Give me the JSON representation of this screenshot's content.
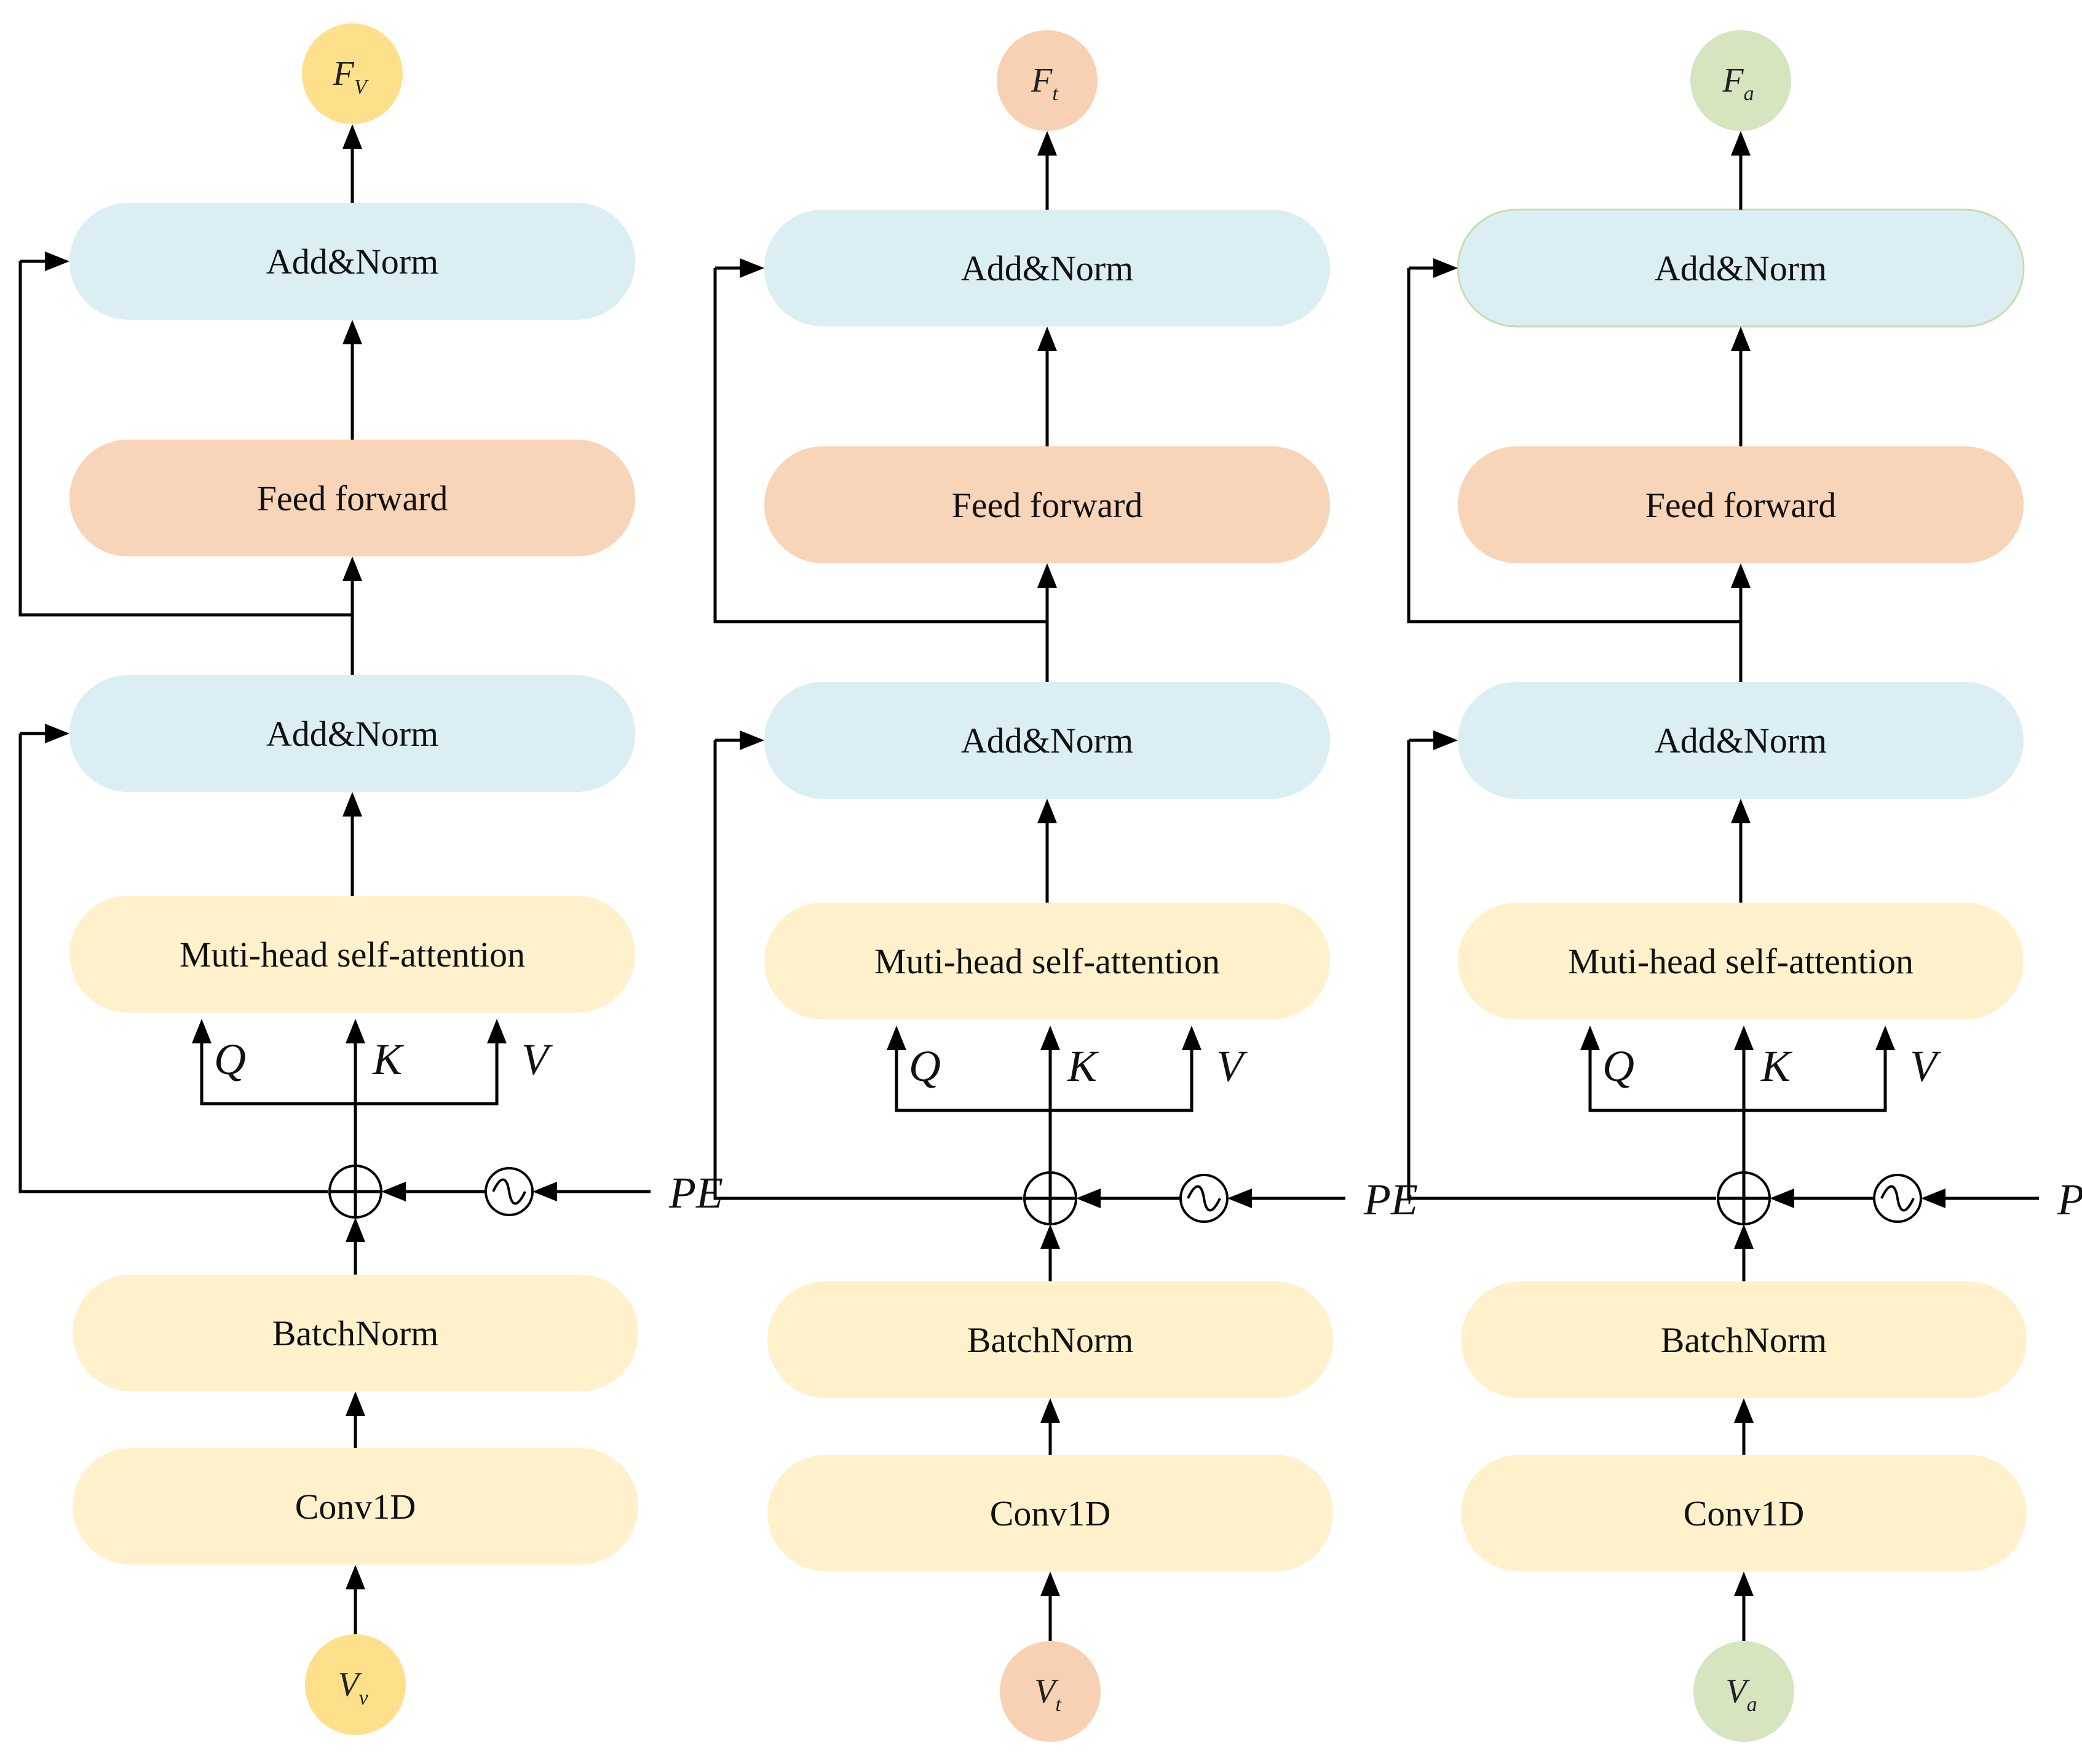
{
  "colors": {
    "add_norm": "#daeef3",
    "feed_forward": "#f8d4b8",
    "yellow_block": "#fff1cc",
    "node_v": "#ffe08a",
    "node_t": "#f8d1b5",
    "node_a": "#d6e4c0",
    "wire": "#000000"
  },
  "columns": [
    {
      "output": {
        "base": "F",
        "sub": "V"
      },
      "input": {
        "base": "V",
        "sub": "v"
      },
      "node_color": "#ffe08a",
      "blocks": {
        "add_norm_top": "Add&Norm",
        "feed_forward": "Feed forward",
        "add_norm_bottom": "Add&Norm",
        "attention": "Muti-head self-attention",
        "batchnorm": "BatchNorm",
        "conv": "Conv1D"
      },
      "q": "Q",
      "k": "K",
      "v": "V",
      "pe": "PE"
    },
    {
      "output": {
        "base": "F",
        "sub": "t"
      },
      "input": {
        "base": "V",
        "sub": "t"
      },
      "node_color": "#f8d1b5",
      "blocks": {
        "add_norm_top": "Add&Norm",
        "feed_forward": "Feed forward",
        "add_norm_bottom": "Add&Norm",
        "attention": "Muti-head self-attention",
        "batchnorm": "BatchNorm",
        "conv": "Conv1D"
      },
      "q": "Q",
      "k": "K",
      "v": "V",
      "pe": "PE"
    },
    {
      "output": {
        "base": "F",
        "sub": "a"
      },
      "input": {
        "base": "V",
        "sub": "a"
      },
      "node_color": "#d6e4c0",
      "blocks": {
        "add_norm_top": "Add&Norm",
        "feed_forward": "Feed forward",
        "add_norm_bottom": "Add&Norm",
        "attention": "Muti-head self-attention",
        "batchnorm": "BatchNorm",
        "conv": "Conv1D"
      },
      "q": "Q",
      "k": "K",
      "v": "V",
      "pe": "PE"
    }
  ]
}
